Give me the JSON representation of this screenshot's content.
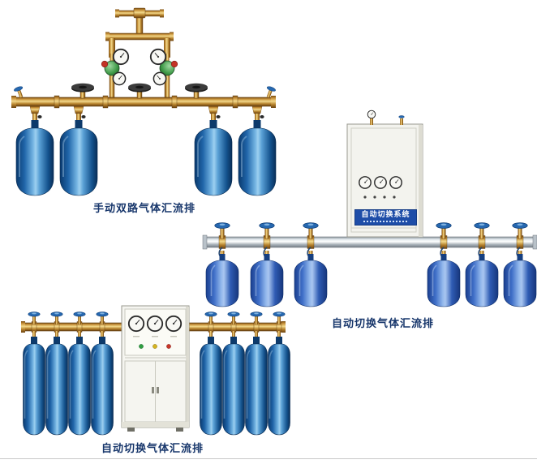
{
  "page": {
    "background_color": "#ffffff",
    "bottom_rule_color": "#c9c9c9"
  },
  "colors": {
    "caption_text": "#17366b",
    "brass_pipe": "#c8923a",
    "cylinder_blue_dark": "#1f64a8",
    "cylinder_blue_bright": "#3f6fc8",
    "manifold_silver": "#dfe6ea",
    "cabinet_label_bg": "#1e4da8",
    "valve_wheel_blue": "#2668b0"
  },
  "figures": {
    "manual_dual": {
      "caption": "手动双路气体汇流排",
      "cylinder_count": 4
    },
    "auto_right": {
      "caption": "自动切换气体汇流排",
      "cabinet_label": "自动切换系统",
      "cylinder_count": 6
    },
    "auto_bottom": {
      "caption": "自动切换气体汇流排",
      "cylinder_count": 8
    }
  }
}
